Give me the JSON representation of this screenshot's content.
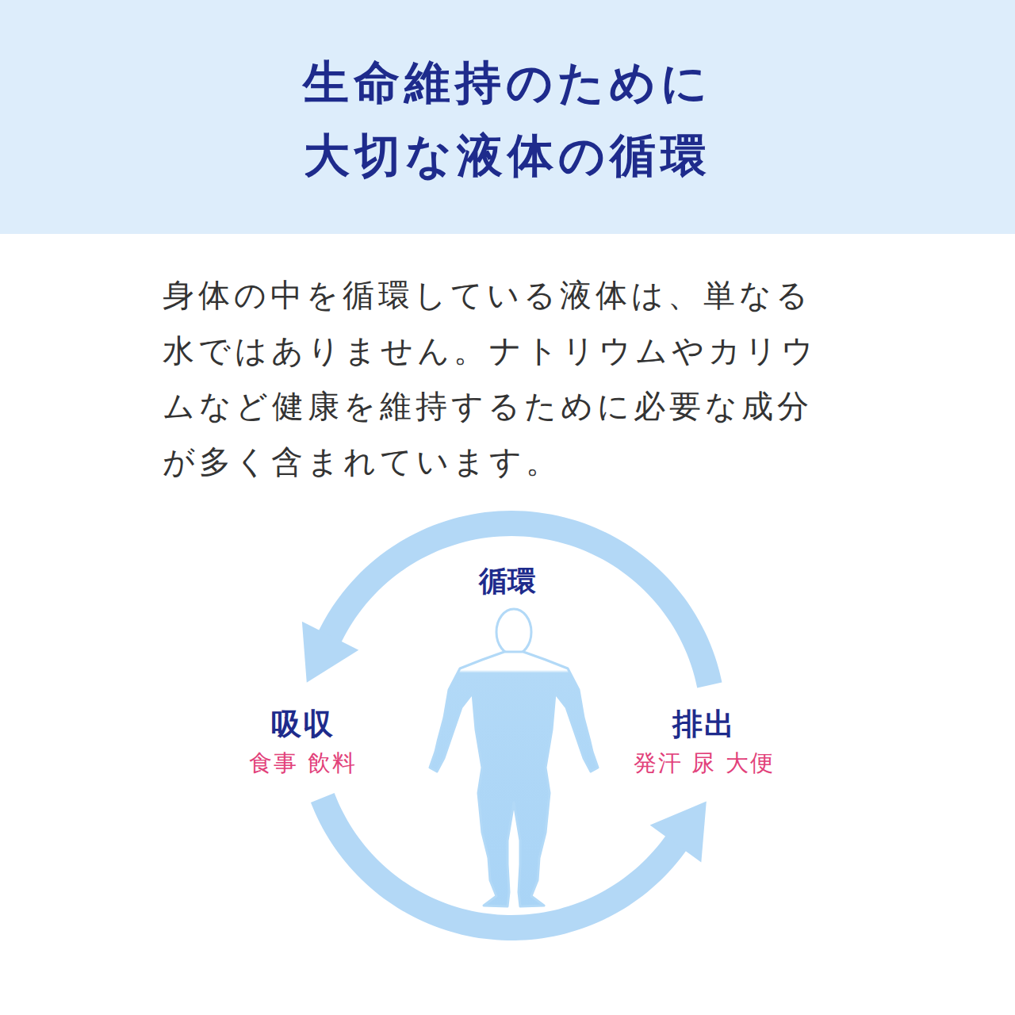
{
  "diagram": {
    "title": "生命維持のために 大切な液体の循環",
    "nodes": [
      {
        "text": [
          "吸収",
          "食事 飲料"
        ]
      },
      {
        "text": [
          "排出",
          "発汗 尿 大便"
        ]
      }
    ],
    "edges": [
      {
        "from": 1,
        "to": 0,
        "arrow": "to"
      },
      {
        "from": 0,
        "to": 1,
        "arrow": "to"
      }
    ],
    "labels": [
      "身体の中を循環している液体は、単なる水ではありません。ナトリウムやカリウムなど健康を維持するために必要な成分が多く含まれています。",
      "循環"
    ]
  }
}
